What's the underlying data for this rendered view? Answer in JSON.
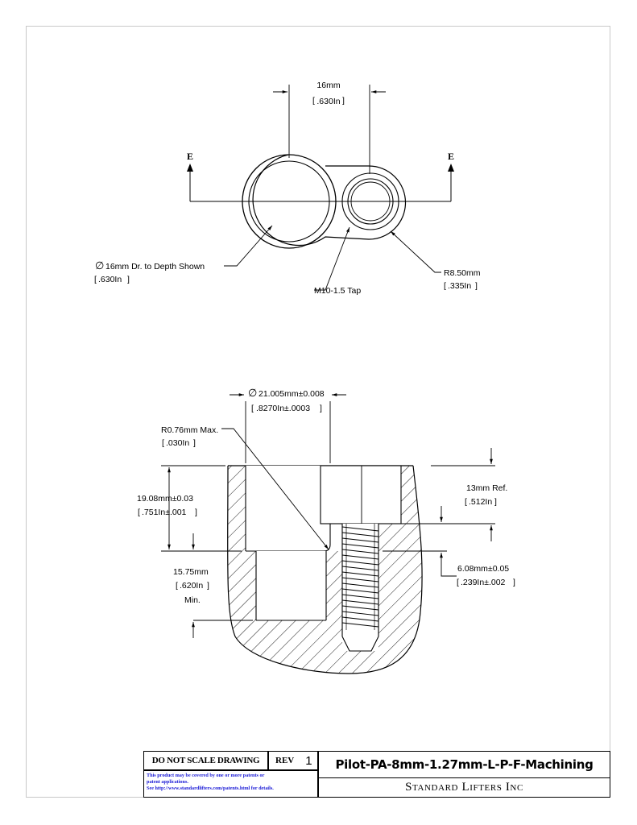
{
  "top_view": {
    "section_label_left": "E",
    "section_label_right": "E",
    "spacing_mm": "16mm",
    "spacing_in": ".630In",
    "bore_mm": "16mm Dr. to Depth Shown",
    "bore_in": ".630In",
    "tap": "M10-1.5 Tap",
    "radius_mm": "R8.50mm",
    "radius_in": ".335In"
  },
  "section_view": {
    "diameter_mm": "21.005mm±0.008",
    "diameter_in": ".8270In±.0003",
    "corner_radius_mm": "R0.76mm Max.",
    "corner_radius_in": ".030In",
    "depth_mm": "19.08mm±0.03",
    "depth_in": ".751In±.001",
    "ref_mm": "13mm  Ref.",
    "ref_in": ".512In",
    "min_depth_mm": "15.75mm",
    "min_depth_in": ".620In",
    "min_label": "Min.",
    "step_mm": "6.08mm±0.05",
    "step_in": ".239In±.002"
  },
  "title_block": {
    "do_not_scale": "DO NOT SCALE DRAWING",
    "rev_label": "REV",
    "rev_number": "1",
    "patent_line1": "This product may be covered by one or more patents or",
    "patent_line2": "patent applications.",
    "patent_line3": "See http://www.standardlifters.com/patents.html for details.",
    "part_title": "Pilot-PA-8mm-1.27mm-L-P-F-Machining",
    "company": "Standard Lifters Inc"
  }
}
